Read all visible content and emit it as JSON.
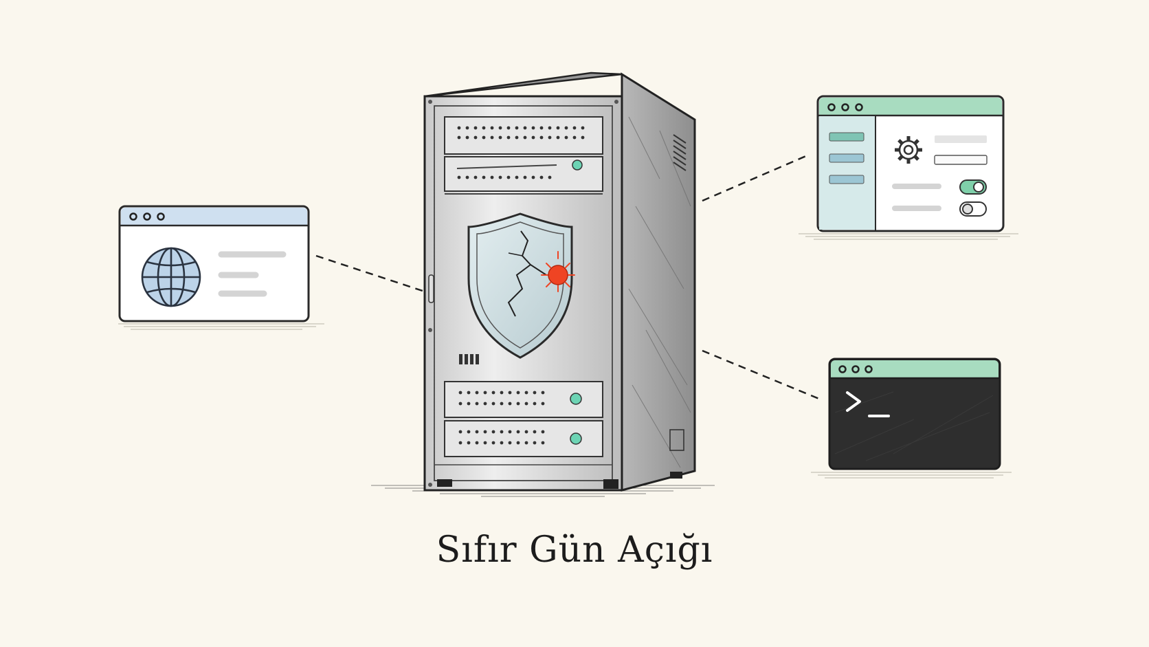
{
  "caption": "Sıfır Gün Açığı",
  "colors": {
    "background": "#faf7ee",
    "browser_titlebar": "#cfe0f0",
    "settings_titlebar": "#a8dcc0",
    "terminal_titlebar": "#a8dcc0",
    "terminal_body": "#2e2e2e",
    "alert_dot": "#ef4423",
    "server_led": "#6cd4b4"
  },
  "windows": [
    {
      "id": "browser",
      "icon": "globe-icon"
    },
    {
      "id": "settings",
      "icon": "gear-icon"
    },
    {
      "id": "terminal",
      "prompt": ">_"
    }
  ],
  "server": {
    "icon": "cracked-shield-icon",
    "alert": "red-dot-icon"
  }
}
